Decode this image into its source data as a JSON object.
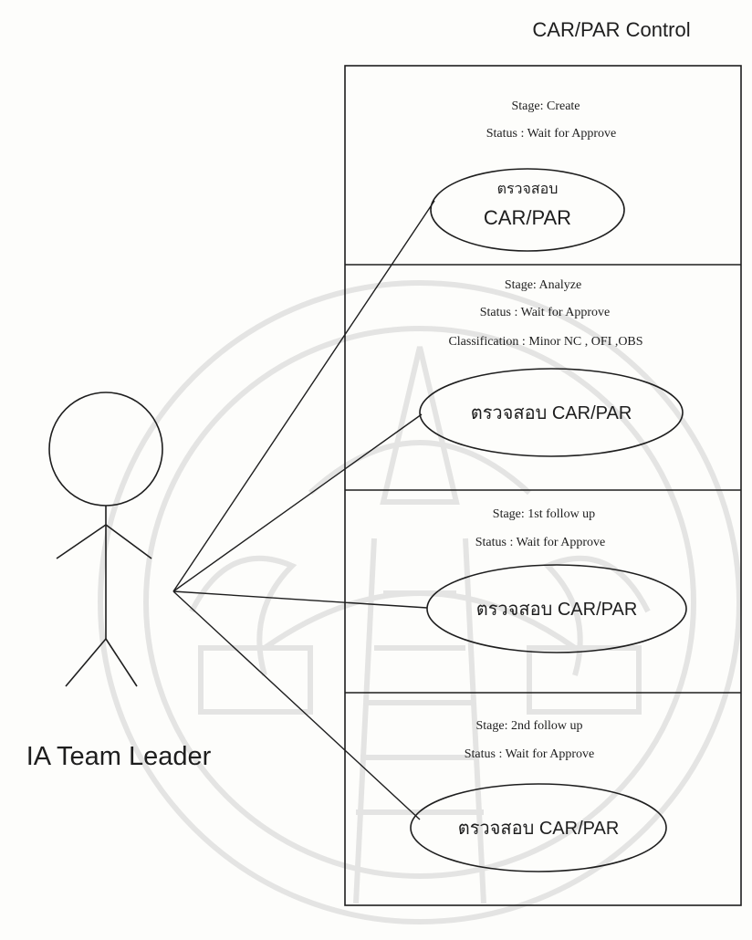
{
  "diagram": {
    "title": "CAR/PAR Control",
    "actor": {
      "label": "IA Team Leader"
    },
    "stages": [
      {
        "lines": [
          "Stage: Create",
          "Status : Wait for Approve"
        ],
        "usecase": [
          "ตรวจสอบ",
          "CAR/PAR"
        ]
      },
      {
        "lines": [
          "Stage: Analyze",
          "Status : Wait for Approve",
          "Classification : Minor NC , OFI ,OBS"
        ],
        "usecase": [
          "ตรวจสอบ CAR/PAR"
        ]
      },
      {
        "lines": [
          "Stage: 1st follow up",
          "Status : Wait for Approve"
        ],
        "usecase": [
          "ตรวจสอบ CAR/PAR"
        ]
      },
      {
        "lines": [
          "Stage: 2nd follow up",
          "Status : Wait for Approve"
        ],
        "usecase": [
          "ตรวจสอบ CAR/PAR"
        ]
      }
    ],
    "colors": {
      "ink": "#1e1e1e",
      "paper": "#fdfdfb",
      "watermark": "#7a7a7a"
    },
    "watermark_icon": "university-seal-watermark-icon"
  }
}
